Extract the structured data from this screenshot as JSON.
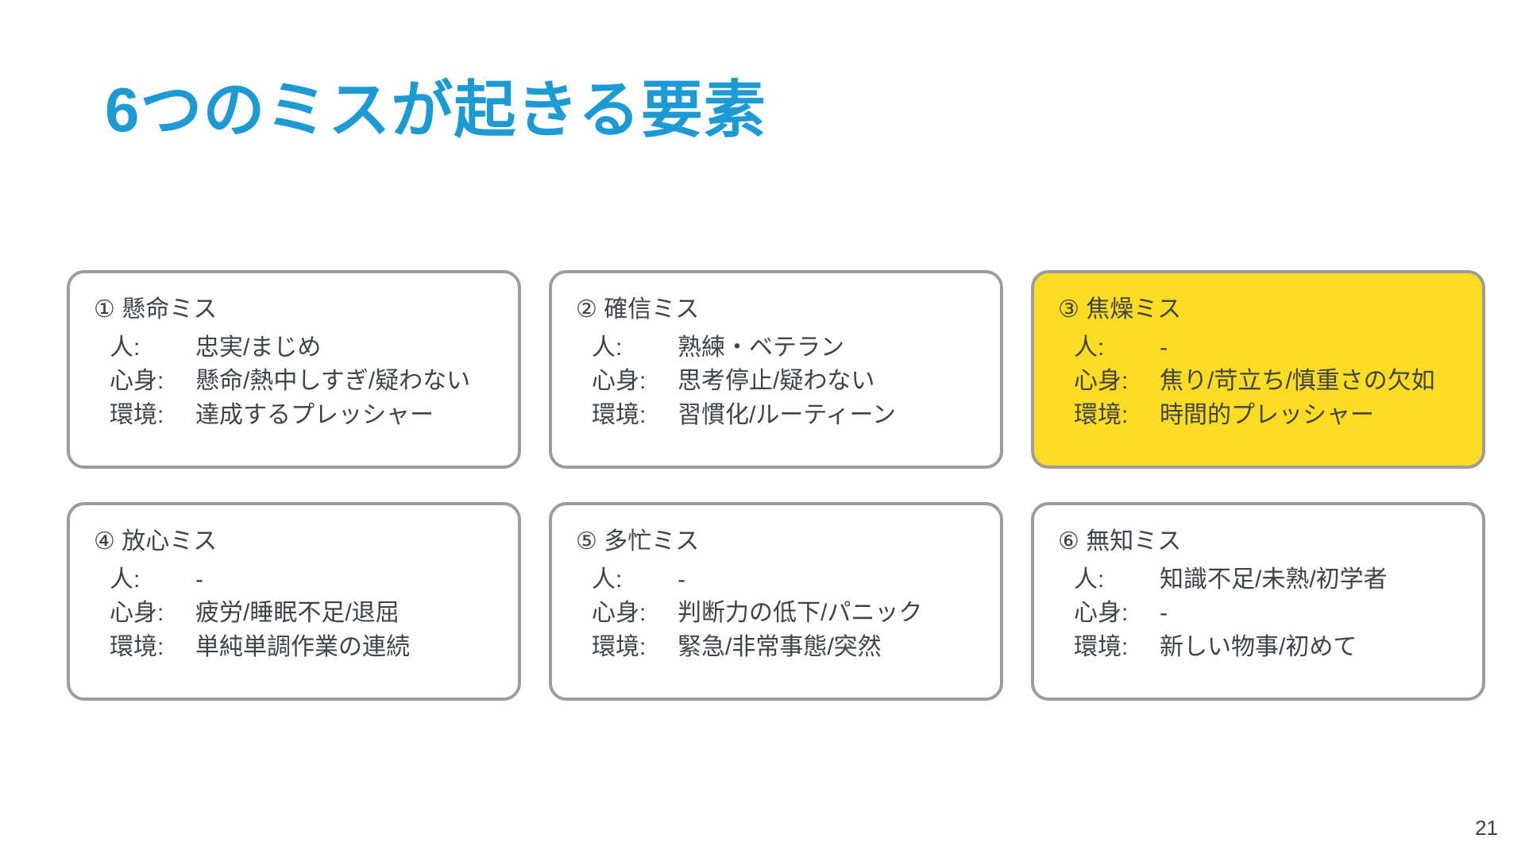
{
  "slide": {
    "title": "6つのミスが起きる要素",
    "title_color": "#1c9ad6",
    "page_number": "21",
    "highlight_color": "#fcdc23",
    "border_color": "#9c9c9c",
    "text_color": "#3d4349"
  },
  "cards": [
    {
      "header": "① 懸命ミス",
      "highlighted": false,
      "rows": [
        {
          "label": "人:",
          "value": "忠実/まじめ"
        },
        {
          "label": "心身:",
          "value": "懸命/熱中しすぎ/疑わない"
        },
        {
          "label": "環境:",
          "value": "達成するプレッシャー"
        }
      ]
    },
    {
      "header": "② 確信ミス",
      "highlighted": false,
      "rows": [
        {
          "label": "人:",
          "value": "熟練・ベテラン"
        },
        {
          "label": "心身:",
          "value": "思考停止/疑わない"
        },
        {
          "label": "環境:",
          "value": "習慣化/ルーティーン"
        }
      ]
    },
    {
      "header": "③ 焦燥ミス",
      "highlighted": true,
      "rows": [
        {
          "label": "人:",
          "value": "-"
        },
        {
          "label": "心身:",
          "value": "焦り/苛立ち/慎重さの欠如"
        },
        {
          "label": "環境:",
          "value": "時間的プレッシャー"
        }
      ]
    },
    {
      "header": "④ 放心ミス",
      "highlighted": false,
      "rows": [
        {
          "label": "人:",
          "value": "-"
        },
        {
          "label": "心身:",
          "value": "疲労/睡眠不足/退屈"
        },
        {
          "label": "環境:",
          "value": "単純単調作業の連続"
        }
      ]
    },
    {
      "header": "⑤ 多忙ミス",
      "highlighted": false,
      "rows": [
        {
          "label": "人:",
          "value": "-"
        },
        {
          "label": "心身:",
          "value": "判断力の低下/パニック"
        },
        {
          "label": "環境:",
          "value": "緊急/非常事態/突然"
        }
      ]
    },
    {
      "header": "⑥ 無知ミス",
      "highlighted": false,
      "rows": [
        {
          "label": "人:",
          "value": "知識不足/未熟/初学者"
        },
        {
          "label": "心身:",
          "value": "-"
        },
        {
          "label": "環境:",
          "value": "新しい物事/初めて"
        }
      ]
    }
  ]
}
